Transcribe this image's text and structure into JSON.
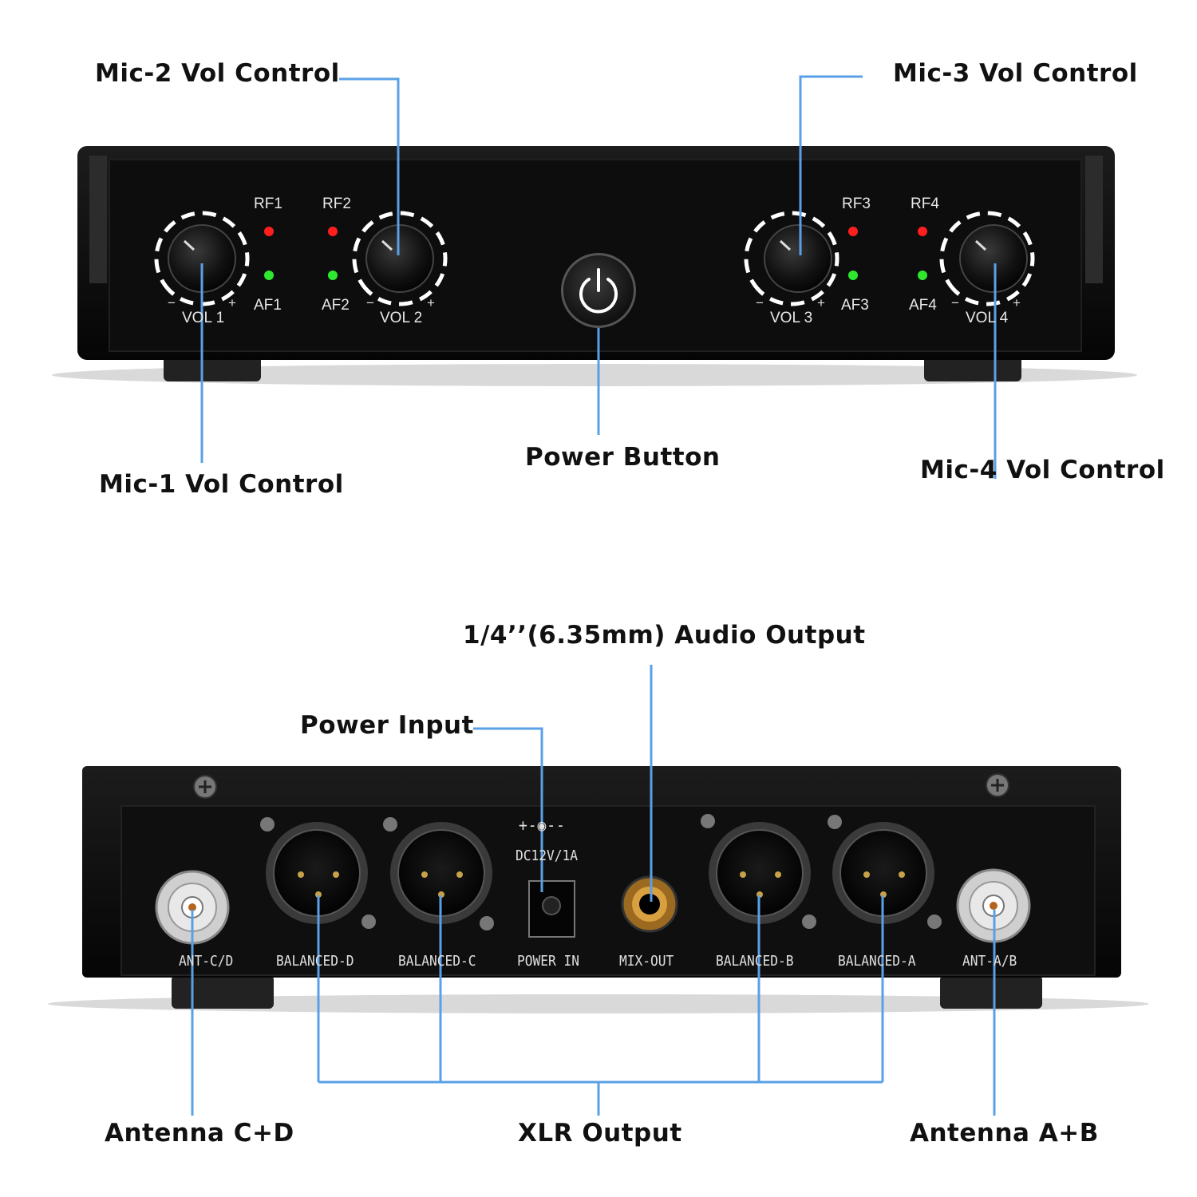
{
  "callouts": {
    "mic2": "Mic-2 Vol Control",
    "mic3": "Mic-3 Vol Control",
    "mic1": "Mic-1 Vol Control",
    "power_button": "Power Button",
    "mic4": "Mic-4 Vol Control",
    "audio_output": "1/4’’(6.35mm) Audio Output",
    "power_input": "Power Input",
    "antenna_cd": "Antenna C+D",
    "xlr_output": "XLR Output",
    "antenna_ab": "Antenna A+B"
  },
  "front_panel": {
    "channels": [
      {
        "rf": "RF1",
        "af": "AF1",
        "vol": "VOL 1",
        "minus": "−",
        "plus": "+"
      },
      {
        "rf": "RF2",
        "af": "AF2",
        "vol": "VOL 2",
        "minus": "−",
        "plus": "+"
      },
      {
        "rf": "RF3",
        "af": "AF3",
        "vol": "VOL 3",
        "minus": "−",
        "plus": "+"
      },
      {
        "rf": "RF4",
        "af": "AF4",
        "vol": "VOL 4",
        "minus": "−",
        "plus": "+"
      }
    ],
    "power_icon": "power-icon"
  },
  "rear_panel": {
    "power_symbol": "+-◉--",
    "dc_spec": "DC12V/1A",
    "ports": {
      "ant_cd": "ANT-C/D",
      "balanced_d": "BALANCED-D",
      "balanced_c": "BALANCED-C",
      "power_in": "POWER IN",
      "mix_out": "MIX-OUT",
      "balanced_b": "BALANCED-B",
      "balanced_a": "BALANCED-A",
      "ant_ab": "ANT-A/B"
    }
  },
  "colors": {
    "leader_line": "#5aa0e6",
    "rf_led": "#ff1e1e",
    "af_led": "#2ee82e",
    "chassis": "#0b0b0b"
  }
}
